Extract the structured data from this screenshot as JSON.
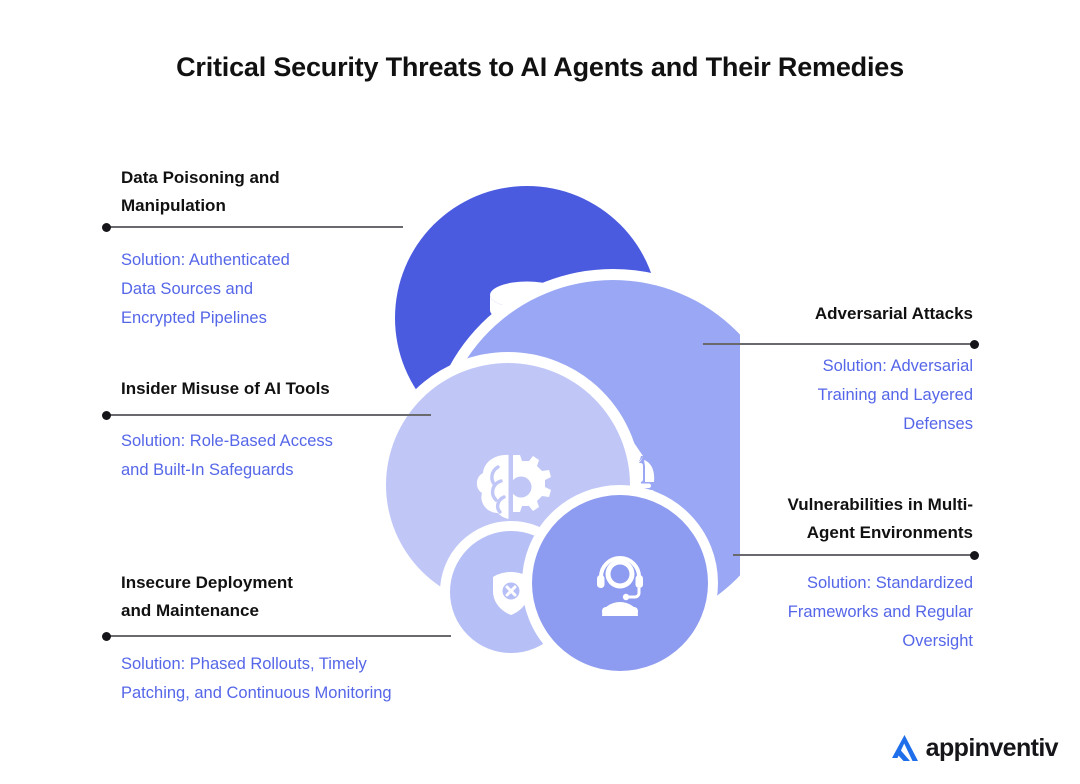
{
  "title": "Critical Security Threats to AI Agents and Their Remedies",
  "brand": {
    "logo_mark": "appinventiv-a-mark-icon",
    "wordmark": "appinventiv",
    "logo_color": "#1F6FEB"
  },
  "colors": {
    "accent_dark": "#4A5BE0",
    "accent_mid": "#9AA7F4",
    "accent_light": "#C0C7F7",
    "solution_text": "#5566E8",
    "threat_text": "#111111",
    "connector": "#6a6a6e",
    "dot": "#16161a"
  },
  "items": [
    {
      "side": "left",
      "threat": "Data Poisoning and Manipulation",
      "threat_lines": [
        "Data Poisoning and",
        "Manipulation"
      ],
      "solution": "Solution: Authenticated Data Sources and Encrypted Pipelines",
      "solution_lines": [
        "Solution: Authenticated",
        "Data Sources and",
        "Encrypted Pipelines"
      ],
      "icon": "database-icon",
      "circle_color": "#4A5BE0"
    },
    {
      "side": "right",
      "threat": "Adversarial Attacks",
      "threat_lines": [
        "Adversarial Attacks"
      ],
      "solution": "Solution: Adversarial Training and Layered Defenses",
      "solution_lines": [
        "Solution: Adversarial",
        "Training and Layered",
        "Defenses"
      ],
      "icon": "hacker-icon",
      "circle_color": "#9AA7F4"
    },
    {
      "side": "left",
      "threat": "Insider Misuse of AI Tools",
      "threat_lines": [
        "Insider Misuse of AI Tools"
      ],
      "solution": "Solution: Role-Based Access and Built-In Safeguards",
      "solution_lines": [
        "Solution: Role-Based Access",
        "and Built-In Safeguards"
      ],
      "icon": "ai-brain-icon",
      "circle_color": "#C0C7F7"
    },
    {
      "side": "right",
      "threat": "Vulnerabilities in Multi-Agent Environments",
      "threat_lines": [
        "Vulnerabilities in Multi-",
        "Agent Environments"
      ],
      "solution": "Solution: Standardized Frameworks and Regular Oversight",
      "solution_lines": [
        "Solution: Standardized",
        "Frameworks and Regular",
        "Oversight"
      ],
      "icon": "support-agent-headset-icon",
      "circle_color": "#8D9BF0"
    },
    {
      "side": "left",
      "threat": "Insecure Deployment and Maintenance",
      "threat_lines": [
        "Insecure Deployment",
        "and Maintenance"
      ],
      "solution": "Solution: Phased Rollouts, Timely Patching, and Continuous Monitoring",
      "solution_lines": [
        "Solution: Phased Rollouts, Timely",
        "Patching, and Continuous Monitoring"
      ],
      "icon": "breached-shield-icon",
      "circle_color": "#B6BFF6"
    }
  ]
}
